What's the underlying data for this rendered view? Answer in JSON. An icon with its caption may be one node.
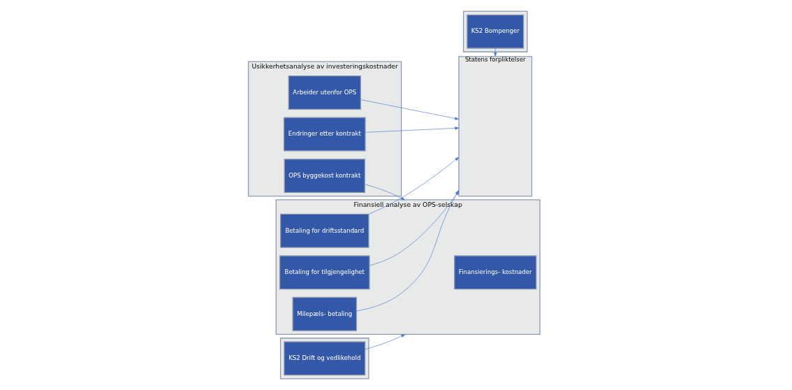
{
  "diagram": {
    "nodes": [
      {
        "text": [
          "Usikkerhetsanalyse av investeringskostnader"
        ]
      },
      {
        "text": [
          "Arbeider utenfor OPS"
        ],
        "in": 0
      },
      {
        "text": [
          "Endringer etter kontrakt"
        ],
        "in": 0
      },
      {
        "text": [
          "OPS byggekost kontrakt"
        ],
        "in": 0
      },
      {
        "text": [],
        "shape": "box"
      },
      {
        "text": [
          "KS2 Drift og vedlikehold"
        ],
        "in": 4
      },
      {
        "text": [
          "Finansiell analyse av OPS-selskap"
        ]
      },
      {
        "text": [
          "Finansierings- kostnader"
        ],
        "in": 6
      },
      {
        "text": [
          "Milepæls- betaling"
        ],
        "in": 6
      },
      {
        "text": [
          "Betaling for driftsstandard"
        ],
        "in": 6
      },
      {
        "text": [
          "Betaling for tilgjengelighet"
        ],
        "in": 6
      },
      {
        "text": [
          "Statens forpliktelser"
        ]
      },
      {
        "text": [],
        "shape": "box"
      },
      {
        "text": [
          "KS2 Bompenger"
        ],
        "in": 12
      }
    ],
    "edges": [
      {
        "from": 1,
        "to": 11,
        "arrow": "to"
      },
      {
        "from": 2,
        "to": 11,
        "arrow": "to"
      },
      {
        "from": 3,
        "to": 6,
        "arrow": "to"
      },
      {
        "from": 5,
        "to": 6,
        "arrow": "to"
      },
      {
        "from": 8,
        "to": 11,
        "arrow": "to"
      },
      {
        "from": 9,
        "to": 11,
        "arrow": "to"
      },
      {
        "from": 10,
        "to": 11,
        "arrow": "to"
      },
      {
        "from": 13,
        "to": 11,
        "arrow": "to"
      }
    ]
  }
}
